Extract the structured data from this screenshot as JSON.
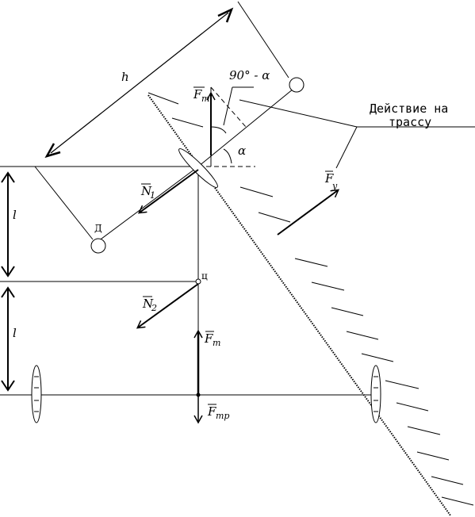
{
  "labels": {
    "h": "h",
    "l_top": "l",
    "l_bottom": "l",
    "angle_complement": "90° - α",
    "angle_alpha": "α",
    "F_m": "F",
    "F_m_sub": "m",
    "F_y": "F",
    "F_y_sub": "y",
    "N1": "N",
    "N1_sub": "1",
    "N2": "N",
    "N2_sub": "2",
    "F_t": "F",
    "F_t_sub": "т",
    "F_tr": "F",
    "F_tr_sub": "тр",
    "point_D": "Д",
    "point_C": "ц",
    "callout_line1": "Действие на",
    "callout_line2": "трассу"
  }
}
